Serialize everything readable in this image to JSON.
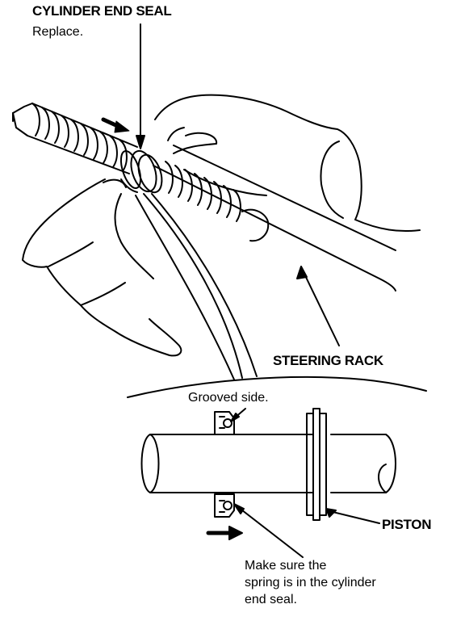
{
  "labels": {
    "cylinder_end_seal": "CYLINDER END SEAL",
    "replace": "Replace.",
    "steering_rack": "STEERING RACK",
    "grooved_side": "Grooved side.",
    "piston": "PISTON",
    "note_lines": [
      "Make sure the",
      "spring is in the cylinder",
      "end seal."
    ]
  },
  "colors": {
    "ink": "#000000",
    "paper": "#ffffff"
  }
}
